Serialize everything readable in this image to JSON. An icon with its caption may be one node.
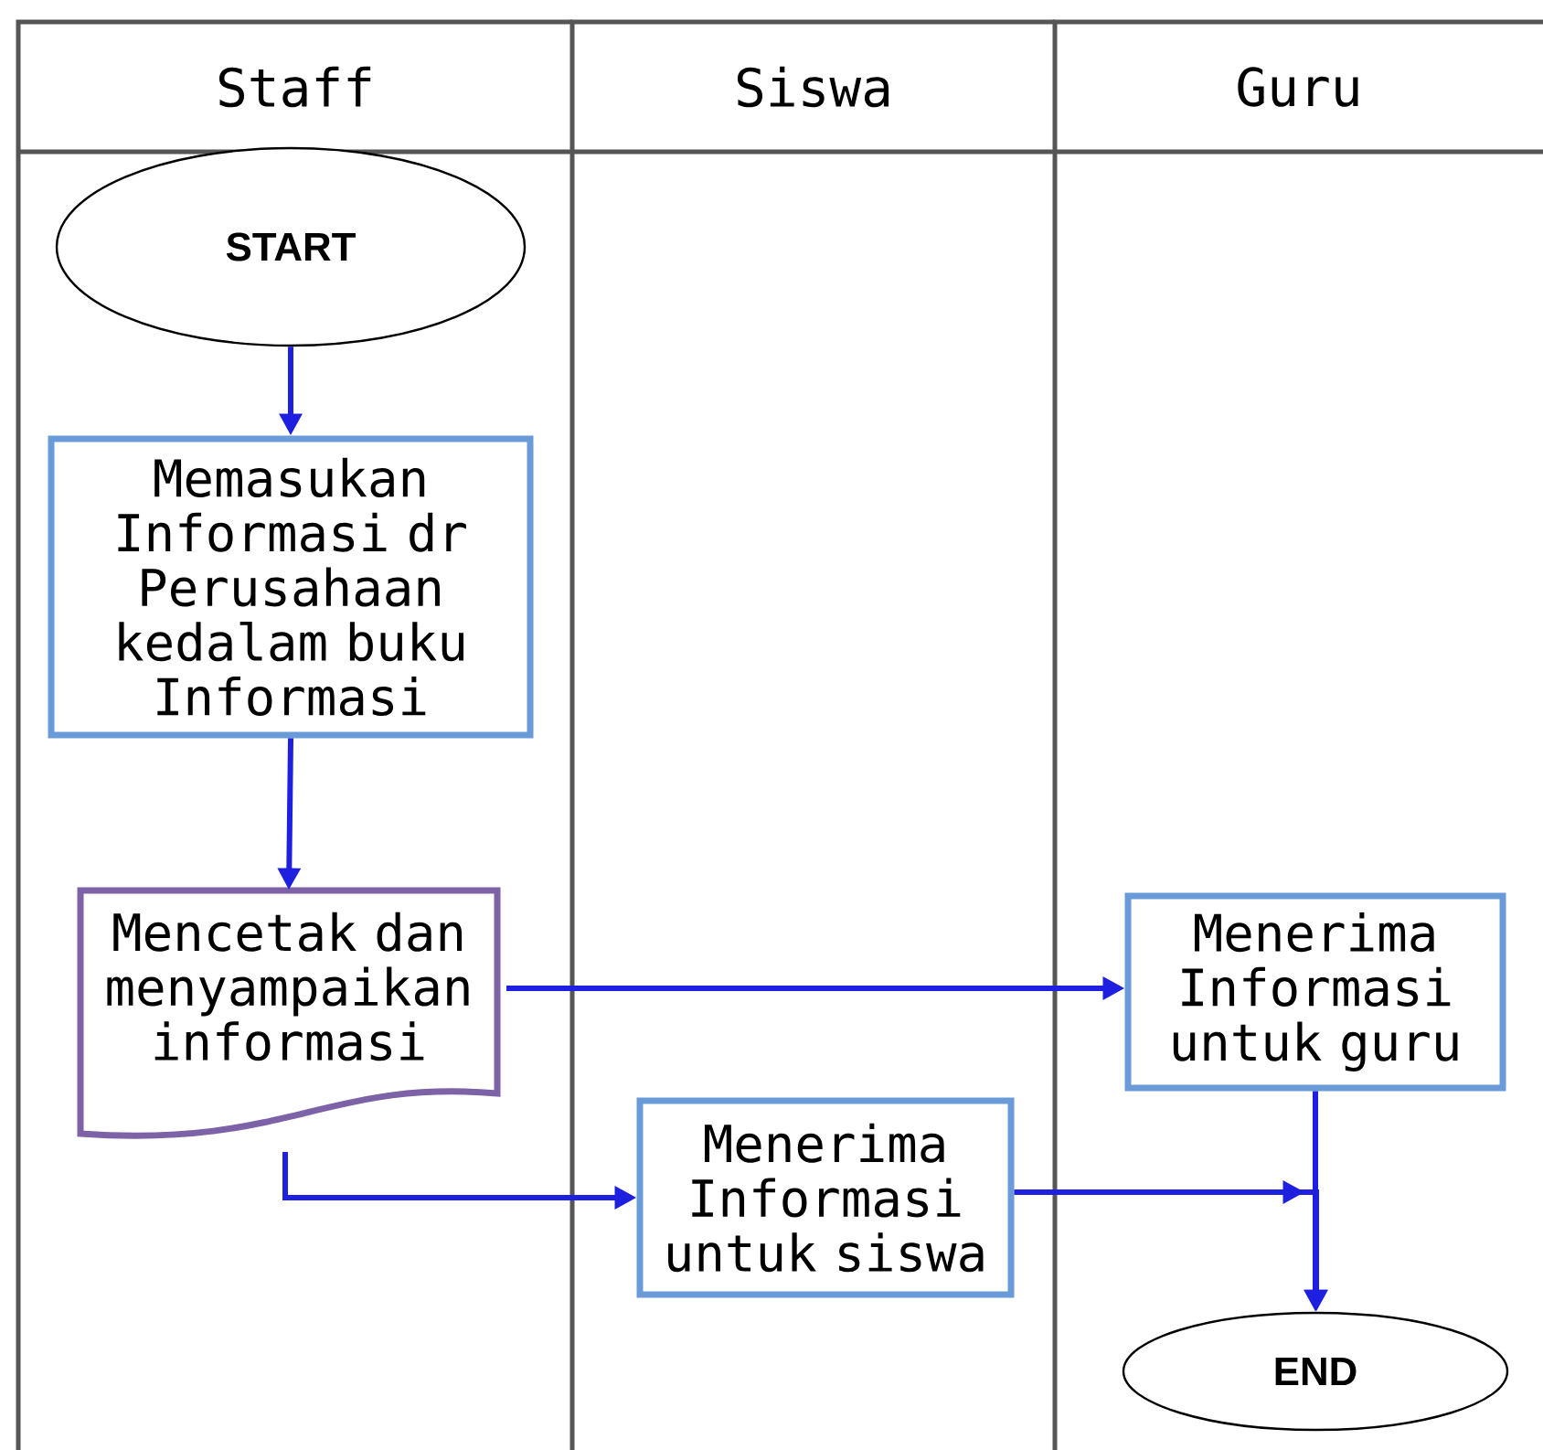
{
  "diagram": {
    "nodes": [
      {
        "text": [
          "Staff"
        ]
      },
      {
        "text": [
          "Siswa"
        ]
      },
      {
        "text": [
          "Guru"
        ]
      },
      {
        "text": [
          "START"
        ],
        "in": 0
      },
      {
        "text": [
          "Memasukan Informasi dr Perusahaan kedalam buku Informasi"
        ],
        "in": 0
      },
      {
        "text": [
          "Mencetak dan menyampaikan informasi"
        ],
        "in": 0
      },
      {
        "text": [
          "Menerima Informasi untuk guru"
        ],
        "in": 2
      },
      {
        "text": [
          "Menerima Informasi untuk siswa"
        ],
        "in": 1
      },
      {
        "text": [
          "END"
        ],
        "in": 2
      }
    ],
    "edges": [
      {
        "from": 3,
        "to": 4,
        "arrow": "to"
      },
      {
        "from": 4,
        "to": 5,
        "arrow": "to"
      },
      {
        "from": 5,
        "to": 6,
        "arrow": "to"
      },
      {
        "from": 5,
        "to": 7,
        "arrow": "to"
      },
      {
        "from": 7,
        "to": 8,
        "arrow": "to"
      },
      {
        "from": 6,
        "to": 8,
        "arrow": "to"
      }
    ]
  }
}
